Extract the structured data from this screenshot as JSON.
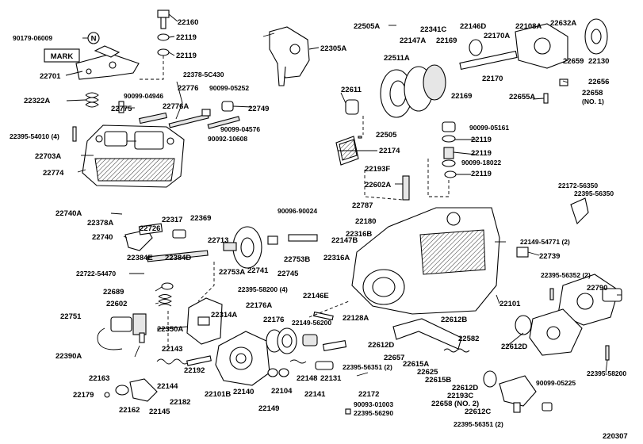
{
  "diagram_id": "220307",
  "mark_label": "MARK",
  "circle_label": "N",
  "callouts": [
    {
      "text": "22160"
    },
    {
      "text": "90179-06009"
    },
    {
      "text": "22119"
    },
    {
      "text": "22119"
    },
    {
      "text": "22701"
    },
    {
      "text": "22322A"
    },
    {
      "text": "22775"
    },
    {
      "text": "22378-5C430"
    },
    {
      "text": "22776"
    },
    {
      "text": "90099-04946"
    },
    {
      "text": "90099-05252"
    },
    {
      "text": "22749"
    },
    {
      "text": "22776A"
    },
    {
      "text": "22395-54010 (4)"
    },
    {
      "text": "90099-04576"
    },
    {
      "text": "90092-10608"
    },
    {
      "text": "22703A"
    },
    {
      "text": "22774"
    },
    {
      "text": "22305A"
    },
    {
      "text": "22505A"
    },
    {
      "text": "22341C"
    },
    {
      "text": "22146D"
    },
    {
      "text": "22108A"
    },
    {
      "text": "22632A"
    },
    {
      "text": "22147A"
    },
    {
      "text": "22169"
    },
    {
      "text": "22170A"
    },
    {
      "text": "22511A"
    },
    {
      "text": "22659"
    },
    {
      "text": "22130"
    },
    {
      "text": "22170"
    },
    {
      "text": "22656"
    },
    {
      "text": "22611"
    },
    {
      "text": "22169"
    },
    {
      "text": "22655A"
    },
    {
      "text": "22658"
    },
    {
      "text": "(NO. 1)"
    },
    {
      "text": "22505"
    },
    {
      "text": "90099-05161"
    },
    {
      "text": "22119"
    },
    {
      "text": "22174"
    },
    {
      "text": "22119"
    },
    {
      "text": "90099-18022"
    },
    {
      "text": "22193F"
    },
    {
      "text": "22119"
    },
    {
      "text": "22602A"
    },
    {
      "text": "22172-56350"
    },
    {
      "text": "22395-56350"
    },
    {
      "text": "22740A"
    },
    {
      "text": "22787"
    },
    {
      "text": "90096-90024"
    },
    {
      "text": "22180"
    },
    {
      "text": "22378A"
    },
    {
      "text": "22317"
    },
    {
      "text": "22369"
    },
    {
      "text": "22726"
    },
    {
      "text": "22316B"
    },
    {
      "text": "22740"
    },
    {
      "text": "22713"
    },
    {
      "text": "22147B"
    },
    {
      "text": "22149-54771 (2)"
    },
    {
      "text": "22384E"
    },
    {
      "text": "22384D"
    },
    {
      "text": "22739"
    },
    {
      "text": "22753B"
    },
    {
      "text": "22316A"
    },
    {
      "text": "22722-54470"
    },
    {
      "text": "22753A"
    },
    {
      "text": "22741"
    },
    {
      "text": "22745"
    },
    {
      "text": "22395-56352 (2)"
    },
    {
      "text": "22689"
    },
    {
      "text": "22395-58200 (4)"
    },
    {
      "text": "22790"
    },
    {
      "text": "22602"
    },
    {
      "text": "22146E"
    },
    {
      "text": "22101"
    },
    {
      "text": "22176A"
    },
    {
      "text": "22751"
    },
    {
      "text": "22314A"
    },
    {
      "text": "22128A"
    },
    {
      "text": "22612B"
    },
    {
      "text": "22176"
    },
    {
      "text": "22149-56200"
    },
    {
      "text": "22350A"
    },
    {
      "text": "22582"
    },
    {
      "text": "22612D"
    },
    {
      "text": "22612D"
    },
    {
      "text": "22657"
    },
    {
      "text": "22143"
    },
    {
      "text": "22390A"
    },
    {
      "text": "22395-56351 (2)"
    },
    {
      "text": "22615A"
    },
    {
      "text": "22192"
    },
    {
      "text": "22625"
    },
    {
      "text": "22395-58200"
    },
    {
      "text": "22163"
    },
    {
      "text": "22148"
    },
    {
      "text": "22131"
    },
    {
      "text": "22615B"
    },
    {
      "text": "22144"
    },
    {
      "text": "22612D"
    },
    {
      "text": "22101B"
    },
    {
      "text": "22140"
    },
    {
      "text": "22104"
    },
    {
      "text": "22141"
    },
    {
      "text": "22172"
    },
    {
      "text": "22193C"
    },
    {
      "text": "90099-05225"
    },
    {
      "text": "22179"
    },
    {
      "text": "22182"
    },
    {
      "text": "22658 (NO. 2)"
    },
    {
      "text": "22162"
    },
    {
      "text": "22145"
    },
    {
      "text": "22149"
    },
    {
      "text": "90093-01003"
    },
    {
      "text": "22612C"
    },
    {
      "text": "22395-56290"
    },
    {
      "text": "22395-56351 (2)"
    }
  ]
}
